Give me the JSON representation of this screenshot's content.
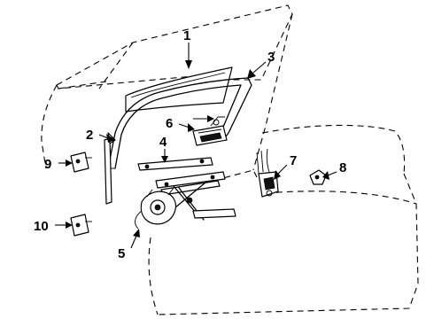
{
  "callouts": [
    {
      "id": "1",
      "text": "1"
    },
    {
      "id": "2",
      "text": "2"
    },
    {
      "id": "3",
      "text": "3"
    },
    {
      "id": "4",
      "text": "4"
    },
    {
      "id": "5",
      "text": "5"
    },
    {
      "id": "6",
      "text": "6"
    },
    {
      "id": "7",
      "text": "7"
    },
    {
      "id": "8",
      "text": "8"
    },
    {
      "id": "9",
      "text": "9"
    },
    {
      "id": "10",
      "text": "10"
    }
  ],
  "colors": {
    "line": "#000000",
    "background": "#ffffff"
  }
}
